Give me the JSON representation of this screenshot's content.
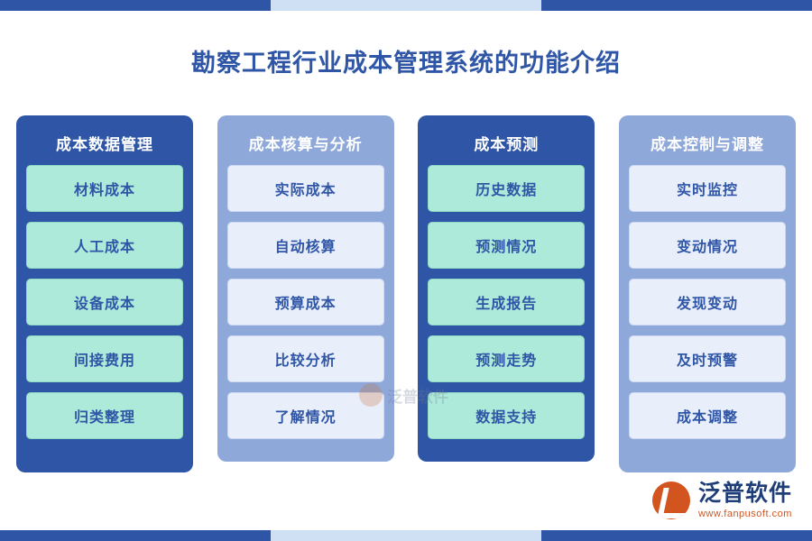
{
  "title": "勘察工程行业成本管理系统的功能介绍",
  "columns": [
    {
      "title": "成本数据管理",
      "items": [
        "材料成本",
        "人工成本",
        "设备成本",
        "间接费用",
        "归类整理"
      ]
    },
    {
      "title": "成本核算与分析",
      "items": [
        "实际成本",
        "自动核算",
        "预算成本",
        "比较分析",
        "了解情况"
      ]
    },
    {
      "title": "成本预测",
      "items": [
        "历史数据",
        "预测情况",
        "生成报告",
        "预测走势",
        "数据支持"
      ]
    },
    {
      "title": "成本控制与调整",
      "items": [
        "实时监控",
        "变动情况",
        "发现变动",
        "及时预警",
        "成本调整"
      ]
    }
  ],
  "watermark": {
    "text": "泛普软件"
  },
  "logo": {
    "name": "泛普软件",
    "url": "www.fanpusoft.com"
  },
  "colors": {
    "brand_blue": "#2f56a6",
    "light_blue": "#8fa8da",
    "mint": "#aeead9",
    "pale_blue": "#e9eefb",
    "accent_orange": "#d2551f"
  }
}
